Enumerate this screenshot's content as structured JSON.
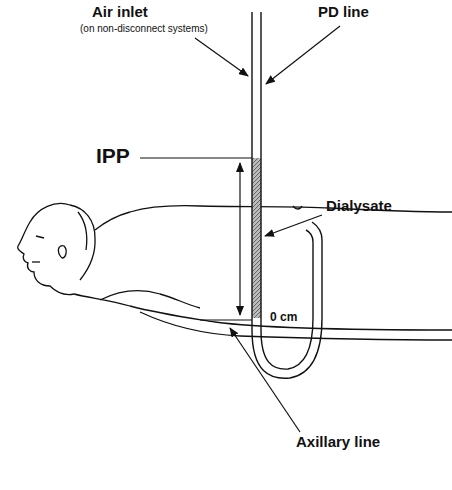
{
  "diagram": {
    "labels": [
      "Air inlet",
      "(on non-disconnect systems)",
      "PD line",
      "IPP",
      "Dialysate",
      "0 cm",
      "Axillary line"
    ]
  }
}
